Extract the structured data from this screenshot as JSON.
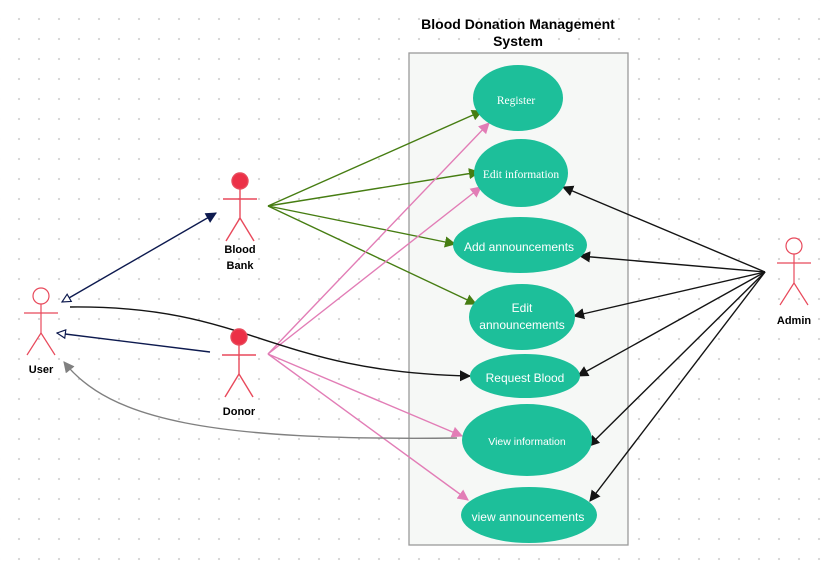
{
  "title": {
    "line1": "Blood Donation Management",
    "line2": "System"
  },
  "actors": {
    "blood_bank": {
      "line1": "Blood",
      "line2": "Bank"
    },
    "user": {
      "label": "User"
    },
    "donor": {
      "label": "Donor"
    },
    "admin": {
      "label": "Admin"
    }
  },
  "use_cases": {
    "register": "Register",
    "edit_information": "Edit information",
    "add_announcements": "Add announcements",
    "edit_announcements": {
      "line1": "Edit",
      "line2": "announcements"
    },
    "request_blood": "Request Blood",
    "view_information": "View information",
    "view_announcements": "view announcements"
  },
  "colors": {
    "use_case_fill": "#1dbf9a",
    "system_boundary_fill": "#f6f8f6",
    "system_boundary_stroke": "#9a9a9a",
    "actor_stroke": "#e8495b",
    "actor_head_fill": "#ec3047",
    "blood_bank_edges": "#467d12",
    "donor_edges": "#e27db6",
    "admin_edges": "#141414",
    "generalization": "#0d1a4f",
    "user_edges": "#808080"
  }
}
